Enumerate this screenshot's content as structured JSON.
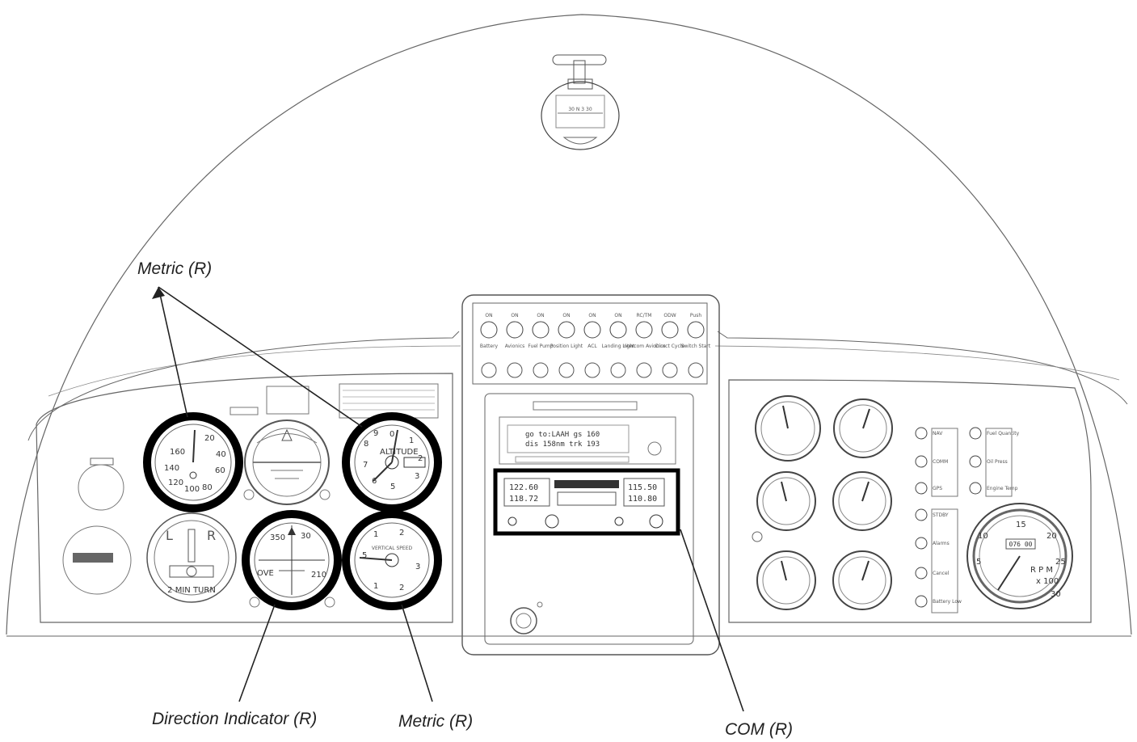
{
  "callouts": {
    "metric_top": "Metric (R)",
    "direction_indicator": "Direction Indicator (R)",
    "metric_bottom": "Metric (R)",
    "com": "COM (R)"
  },
  "instrument_text": {
    "altimeter_label": "ALTITUDE",
    "turn_coordinator_label": "2 MIN TURN",
    "vsi_label": "VERTICAL SPEED",
    "rpm_label": "R P M",
    "rpm_scale": "x 100",
    "rpm_counter": "076 00",
    "gps_line1": "go to:LAAH   gs 160",
    "gps_line2": "dis 158nm  trk 193",
    "com_active": "122.60",
    "com_standby": "118.72",
    "nav_active": "115.50",
    "nav_standby": "110.80",
    "compass_scale": "30  N  3 30"
  },
  "switch_panel": {
    "top_labels": [
      "ON",
      "ON",
      "ON",
      "ON",
      "ON",
      "ON",
      "RC/TM",
      "ODW",
      "Push"
    ],
    "bottom_labels": [
      "Battery",
      "Avionics",
      "Fuel Pump",
      "Position Light",
      "ACL",
      "Landing Light",
      "Intercom Avionics",
      "Direct Cycle",
      "Switch Start"
    ]
  },
  "annunciators": [
    "NAV",
    "COMM",
    "GPS",
    "Fuel Quantity",
    "Oil Press",
    "Engine Temp",
    "STDBY",
    "Alarms",
    "Cancel",
    "Battery Low"
  ],
  "colors": {
    "ink": "#333333",
    "highlight": "#000000",
    "paper": "#ffffff"
  }
}
